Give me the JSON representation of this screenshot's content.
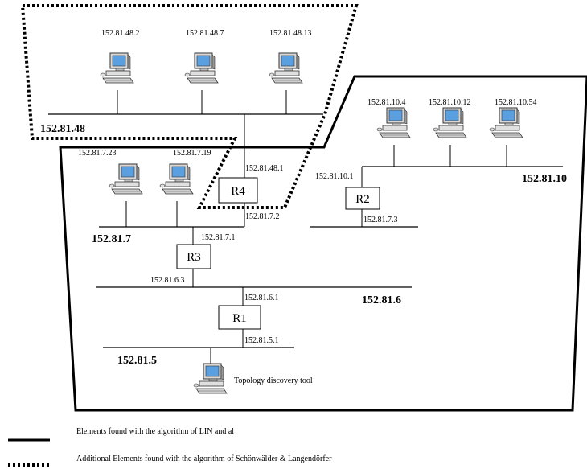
{
  "networks": {
    "n48": "152.81.48",
    "n10": "152.81.10",
    "n7": "152.81.7",
    "n6": "152.81.6",
    "n5": "152.81.5"
  },
  "hosts": {
    "h48_2": "152.81.48.2",
    "h48_7": "152.81.48.7",
    "h48_13": "152.81.48.13",
    "h10_4": "152.81.10.4",
    "h10_12": "152.81.10.12",
    "h10_54": "152.81.10.54",
    "h7_23": "152.81.7.23",
    "h7_19": "152.81.7.19"
  },
  "routers": {
    "r1": "R1",
    "r2": "R2",
    "r3": "R3",
    "r4": "R4"
  },
  "interfaces": {
    "r4_48": "152.81.48.1",
    "r4_7": "152.81.7.2",
    "r2_10": "152.81.10.1",
    "r2_7": "152.81.7.3",
    "r3_7": "152.81.7.1",
    "r3_6": "152.81.6.3",
    "r1_6": "152.81.6.1",
    "r1_5": "152.81.5.1"
  },
  "tool_label": "Topology discovery tool",
  "legend": {
    "solid": "Elements found with the algorithm of LIN  and al",
    "dotted": "Additional Elements found with the algorithm of Schönwälder & Langendörfer"
  }
}
